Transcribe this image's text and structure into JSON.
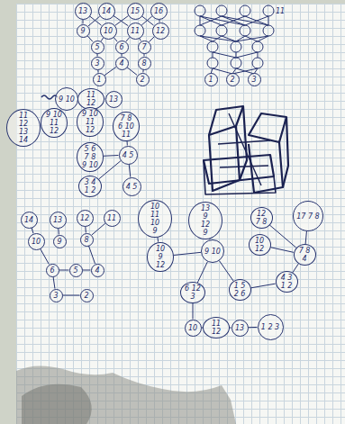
{
  "diagram": {
    "nodes": [
      {
        "text": [
          "13"
        ]
      },
      {
        "text": [
          "14"
        ]
      },
      {
        "text": [
          "15"
        ]
      },
      {
        "text": [
          "16"
        ]
      },
      {
        "text": [
          "9"
        ]
      },
      {
        "text": [
          "10"
        ]
      },
      {
        "text": [
          "11"
        ]
      },
      {
        "text": [
          "12"
        ]
      },
      {
        "text": [
          "5"
        ]
      },
      {
        "text": [
          "6"
        ]
      },
      {
        "text": [
          "7"
        ]
      },
      {
        "text": [
          "3"
        ]
      },
      {
        "text": [
          "4"
        ]
      },
      {
        "text": [
          "8"
        ]
      },
      {
        "text": [
          "1"
        ]
      },
      {
        "text": [
          "2"
        ]
      },
      {
        "text": [
          "1"
        ]
      },
      {
        "text": [
          "2"
        ]
      },
      {
        "text": [
          "3"
        ]
      },
      {
        "text": [
          "9 10"
        ]
      },
      {
        "text": [
          "11 12"
        ]
      },
      {
        "text": [
          "13"
        ]
      },
      {
        "text": [
          "11 12 13 14"
        ]
      },
      {
        "text": [
          "9 10 11 12"
        ]
      },
      {
        "text": [
          "9 10 11 12"
        ]
      },
      {
        "text": [
          "7 8 6 10 11"
        ]
      },
      {
        "text": [
          "5 6 7 8 9 10"
        ]
      },
      {
        "text": [
          "4 5"
        ]
      },
      {
        "text": [
          "3 4 1 2"
        ]
      },
      {
        "text": [
          "4 5"
        ]
      },
      {
        "text": [
          "14"
        ]
      },
      {
        "text": [
          "13"
        ]
      },
      {
        "text": [
          "12"
        ]
      },
      {
        "text": [
          "11"
        ]
      },
      {
        "text": [
          "10"
        ]
      },
      {
        "text": [
          "9"
        ]
      },
      {
        "text": [
          "8"
        ]
      },
      {
        "text": [
          "6"
        ]
      },
      {
        "text": [
          "5"
        ]
      },
      {
        "text": [
          "4"
        ]
      },
      {
        "text": [
          "3"
        ]
      },
      {
        "text": [
          "2"
        ]
      },
      {
        "text": [
          "10 11 10 9"
        ]
      },
      {
        "text": [
          "13 9 12 9"
        ]
      },
      {
        "text": [
          "12 7 8"
        ]
      },
      {
        "text": [
          "17 7 8"
        ]
      },
      {
        "text": [
          "10 9 12"
        ]
      },
      {
        "text": [
          "9 10"
        ]
      },
      {
        "text": [
          "10 12"
        ]
      },
      {
        "text": [
          "7 8 4"
        ]
      },
      {
        "text": [
          "6 12 3"
        ]
      },
      {
        "text": [
          "1 5 2 6"
        ]
      },
      {
        "text": [
          "4 3 1 2"
        ]
      },
      {
        "text": [
          "10"
        ]
      },
      {
        "text": [
          "11 12"
        ]
      },
      {
        "text": [
          "13"
        ]
      },
      {
        "text": [
          "1 2 3"
        ]
      }
    ],
    "edges": [
      {
        "from": 0,
        "to": 4,
        "arrow": "none"
      },
      {
        "from": 0,
        "to": 5,
        "arrow": "none"
      },
      {
        "from": 1,
        "to": 4,
        "arrow": "none"
      },
      {
        "from": 1,
        "to": 6,
        "arrow": "none"
      },
      {
        "from": 2,
        "to": 5,
        "arrow": "none"
      },
      {
        "from": 2,
        "to": 7,
        "arrow": "none"
      },
      {
        "from": 3,
        "to": 6,
        "arrow": "none"
      },
      {
        "from": 3,
        "to": 7,
        "arrow": "none"
      },
      {
        "from": 4,
        "to": 8,
        "arrow": "none"
      },
      {
        "from": 5,
        "to": 8,
        "arrow": "none"
      },
      {
        "from": 5,
        "to": 9,
        "arrow": "none"
      },
      {
        "from": 6,
        "to": 9,
        "arrow": "none"
      },
      {
        "from": 6,
        "to": 10,
        "arrow": "none"
      },
      {
        "from": 7,
        "to": 10,
        "arrow": "none"
      },
      {
        "from": 8,
        "to": 11,
        "arrow": "none"
      },
      {
        "from": 9,
        "to": 12,
        "arrow": "none"
      },
      {
        "from": 10,
        "to": 13,
        "arrow": "none"
      },
      {
        "from": 11,
        "to": 14,
        "arrow": "none"
      },
      {
        "from": 12,
        "to": 14,
        "arrow": "none"
      },
      {
        "from": 12,
        "to": 15,
        "arrow": "none"
      },
      {
        "from": 13,
        "to": 15,
        "arrow": "none"
      },
      {
        "from": 19,
        "to": 20,
        "arrow": "none"
      },
      {
        "from": 20,
        "to": 21,
        "arrow": "none"
      },
      {
        "from": 25,
        "to": 27,
        "arrow": "none"
      },
      {
        "from": 26,
        "to": 27,
        "arrow": "none"
      },
      {
        "from": 27,
        "to": 28,
        "arrow": "none"
      },
      {
        "from": 27,
        "to": 29,
        "arrow": "none"
      },
      {
        "from": 30,
        "to": 34,
        "arrow": "none"
      },
      {
        "from": 31,
        "to": 35,
        "arrow": "none"
      },
      {
        "from": 32,
        "to": 36,
        "arrow": "none"
      },
      {
        "from": 33,
        "to": 36,
        "arrow": "none"
      },
      {
        "from": 34,
        "to": 37,
        "arrow": "none"
      },
      {
        "from": 37,
        "to": 38,
        "arrow": "none"
      },
      {
        "from": 38,
        "to": 39,
        "arrow": "none"
      },
      {
        "from": 36,
        "to": 39,
        "arrow": "none"
      },
      {
        "from": 37,
        "to": 40,
        "arrow": "none"
      },
      {
        "from": 40,
        "to": 41,
        "arrow": "none"
      },
      {
        "from": 42,
        "to": 46,
        "arrow": "none"
      },
      {
        "from": 43,
        "to": 47,
        "arrow": "none"
      },
      {
        "from": 46,
        "to": 47,
        "arrow": "none"
      },
      {
        "from": 47,
        "to": 50,
        "arrow": "none"
      },
      {
        "from": 47,
        "to": 51,
        "arrow": "none"
      },
      {
        "from": 48,
        "to": 49,
        "arrow": "none"
      },
      {
        "from": 44,
        "to": 49,
        "arrow": "none"
      },
      {
        "from": 45,
        "to": 49,
        "arrow": "none"
      },
      {
        "from": 49,
        "to": 52,
        "arrow": "none"
      },
      {
        "from": 52,
        "to": 51,
        "arrow": "none"
      },
      {
        "from": 50,
        "to": 53,
        "arrow": "none"
      },
      {
        "from": 53,
        "to": 54,
        "arrow": "none"
      },
      {
        "from": 54,
        "to": 55,
        "arrow": "none"
      },
      {
        "from": 55,
        "to": 56,
        "arrow": "none"
      }
    ],
    "labels": [
      "11"
    ]
  }
}
